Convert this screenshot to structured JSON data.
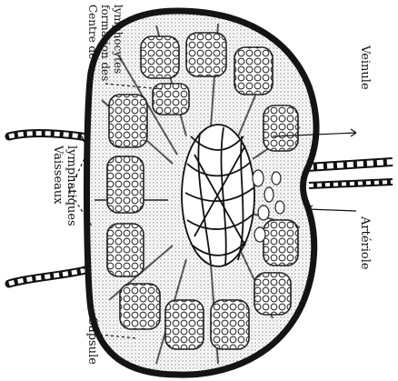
{
  "labels": {
    "centre": [
      "Centre de",
      "formation des",
      "lymphocytes"
    ],
    "vaisseaux": [
      "Vaisseaux",
      "lymphatiques"
    ],
    "capsule": "Capsule",
    "veinule": "Veinule",
    "arteriole": "Artériole"
  },
  "colors": {
    "ink": "#111111",
    "capsule": "#141414",
    "stipple": "#c9c9c9",
    "paper": "#ffffff"
  }
}
